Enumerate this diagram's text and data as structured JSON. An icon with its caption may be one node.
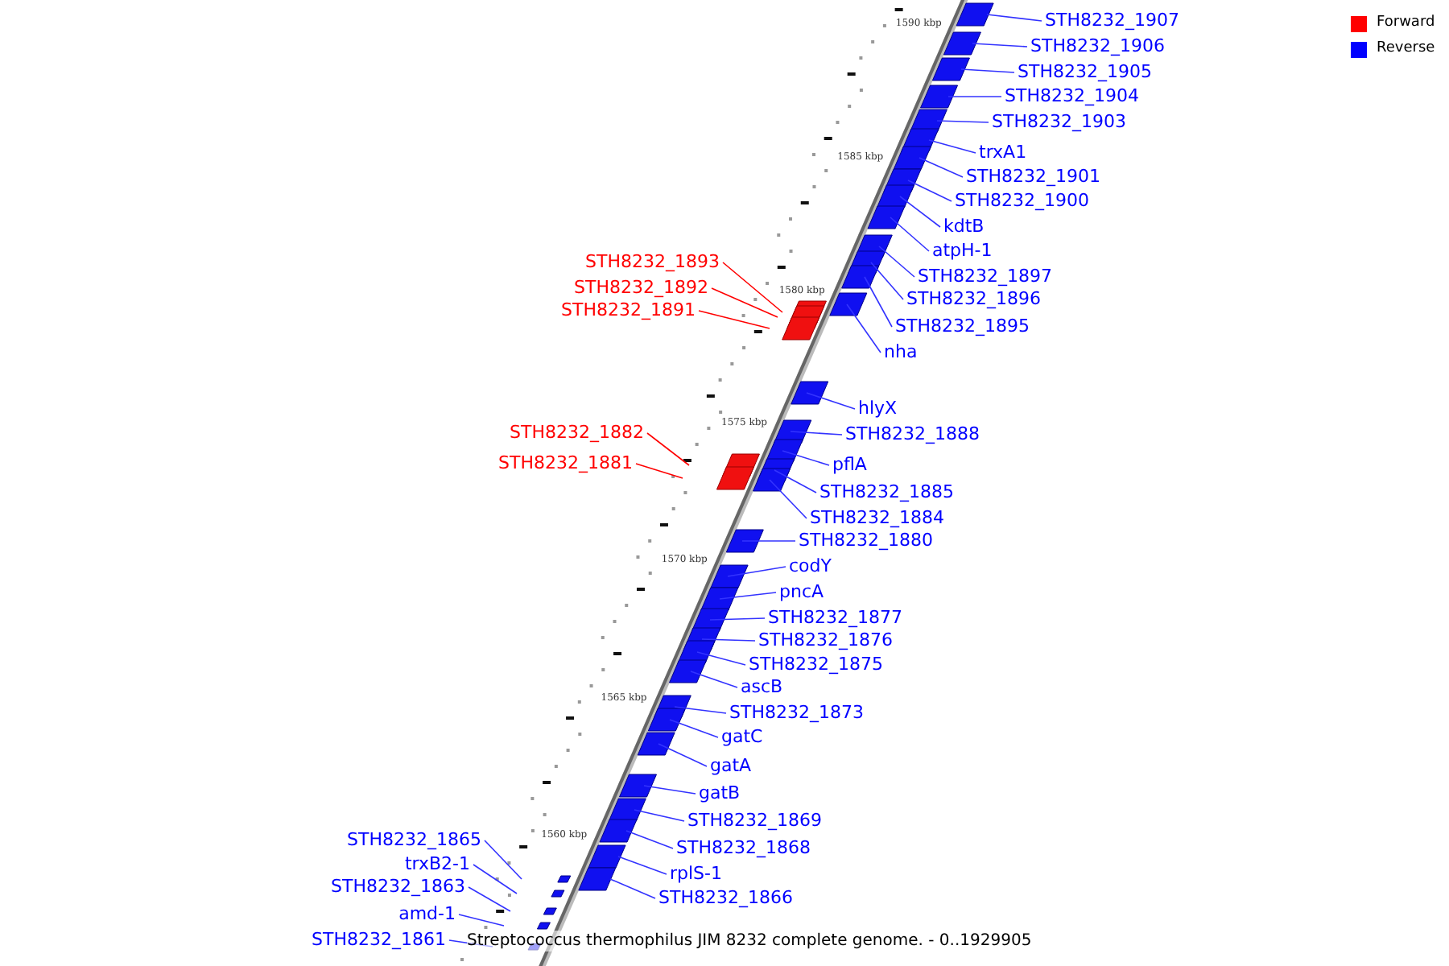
{
  "diagram": {
    "caption": "Streptococcus thermophilus JIM 8232 complete genome. - 0..1929905",
    "nodes": [
      {
        "text": [
          "STH8232_1907"
        ]
      },
      {
        "text": [
          "STH8232_1906"
        ]
      },
      {
        "text": [
          "STH8232_1905"
        ]
      },
      {
        "text": [
          "STH8232_1904"
        ]
      },
      {
        "text": [
          "STH8232_1903"
        ]
      },
      {
        "text": [
          "trxA1"
        ]
      },
      {
        "text": [
          "STH8232_1901"
        ]
      },
      {
        "text": [
          "STH8232_1900"
        ]
      },
      {
        "text": [
          "kdtB"
        ]
      },
      {
        "text": [
          "atpH-1"
        ]
      },
      {
        "text": [
          "STH8232_1893"
        ]
      },
      {
        "text": [
          "STH8232_1897"
        ]
      },
      {
        "text": [
          "STH8232_1892"
        ]
      },
      {
        "text": [
          "STH8232_1896"
        ]
      },
      {
        "text": [
          "STH8232_1891"
        ]
      },
      {
        "text": [
          "STH8232_1895"
        ]
      },
      {
        "text": [
          "nha"
        ]
      },
      {
        "text": [
          "hlyX"
        ]
      },
      {
        "text": [
          "STH8232_1882"
        ]
      },
      {
        "text": [
          "STH8232_1888"
        ]
      },
      {
        "text": [
          "STH8232_1881"
        ]
      },
      {
        "text": [
          "pflA"
        ]
      },
      {
        "text": [
          "STH8232_1885"
        ]
      },
      {
        "text": [
          "STH8232_1884"
        ]
      },
      {
        "text": [
          "STH8232_1880"
        ]
      },
      {
        "text": [
          "codY"
        ]
      },
      {
        "text": [
          "pncA"
        ]
      },
      {
        "text": [
          "STH8232_1877"
        ]
      },
      {
        "text": [
          "STH8232_1876"
        ]
      },
      {
        "text": [
          "STH8232_1875"
        ]
      },
      {
        "text": [
          "ascB"
        ]
      },
      {
        "text": [
          "STH8232_1873"
        ]
      },
      {
        "text": [
          "gatC"
        ]
      },
      {
        "text": [
          "gatA"
        ]
      },
      {
        "text": [
          "gatB"
        ]
      },
      {
        "text": [
          "STH8232_1869"
        ]
      },
      {
        "text": [
          "STH8232_1865"
        ]
      },
      {
        "text": [
          "STH8232_1868"
        ]
      },
      {
        "text": [
          "trxB2-1"
        ]
      },
      {
        "text": [
          "rplS-1"
        ]
      },
      {
        "text": [
          "STH8232_1863"
        ]
      },
      {
        "text": [
          "STH8232_1866"
        ]
      },
      {
        "text": [
          "amd-1"
        ]
      },
      {
        "text": [
          "STH8232_1861"
        ]
      }
    ],
    "edges": [
      {
        "from": 0,
        "to": null,
        "arrow": "none"
      },
      {
        "from": 1,
        "to": null,
        "arrow": "none"
      },
      {
        "from": 2,
        "to": null,
        "arrow": "none"
      },
      {
        "from": 3,
        "to": null,
        "arrow": "none"
      },
      {
        "from": 4,
        "to": null,
        "arrow": "none"
      },
      {
        "from": 5,
        "to": null,
        "arrow": "none"
      },
      {
        "from": 6,
        "to": null,
        "arrow": "none"
      },
      {
        "from": 7,
        "to": null,
        "arrow": "none"
      },
      {
        "from": 8,
        "to": null,
        "arrow": "none"
      },
      {
        "from": 9,
        "to": null,
        "arrow": "none"
      },
      {
        "from": 10,
        "to": null,
        "arrow": "none",
        "color": "#ff0000"
      },
      {
        "from": 11,
        "to": null,
        "arrow": "none"
      },
      {
        "from": 12,
        "to": null,
        "arrow": "none",
        "color": "#ff0000"
      },
      {
        "from": 13,
        "to": null,
        "arrow": "none"
      },
      {
        "from": 14,
        "to": null,
        "arrow": "none",
        "color": "#ff0000"
      },
      {
        "from": 15,
        "to": null,
        "arrow": "none"
      },
      {
        "from": 16,
        "to": null,
        "arrow": "none"
      },
      {
        "from": 17,
        "to": null,
        "arrow": "none"
      },
      {
        "from": 18,
        "to": null,
        "arrow": "none",
        "color": "#ff0000"
      },
      {
        "from": 19,
        "to": null,
        "arrow": "none"
      },
      {
        "from": 20,
        "to": null,
        "arrow": "none",
        "color": "#ff0000"
      },
      {
        "from": 21,
        "to": null,
        "arrow": "none"
      },
      {
        "from": 22,
        "to": null,
        "arrow": "none"
      },
      {
        "from": 23,
        "to": null,
        "arrow": "none"
      },
      {
        "from": 24,
        "to": null,
        "arrow": "none"
      },
      {
        "from": 25,
        "to": null,
        "arrow": "none"
      },
      {
        "from": 26,
        "to": null,
        "arrow": "none"
      },
      {
        "from": 27,
        "to": null,
        "arrow": "none"
      },
      {
        "from": 28,
        "to": null,
        "arrow": "none"
      },
      {
        "from": 29,
        "to": null,
        "arrow": "none"
      },
      {
        "from": 30,
        "to": null,
        "arrow": "none"
      },
      {
        "from": 31,
        "to": null,
        "arrow": "none"
      },
      {
        "from": 32,
        "to": null,
        "arrow": "none"
      },
      {
        "from": 33,
        "to": null,
        "arrow": "none"
      },
      {
        "from": 34,
        "to": null,
        "arrow": "none"
      },
      {
        "from": 35,
        "to": null,
        "arrow": "none"
      },
      {
        "from": 36,
        "to": null,
        "arrow": "none"
      },
      {
        "from": 37,
        "to": null,
        "arrow": "none"
      },
      {
        "from": 38,
        "to": null,
        "arrow": "none"
      },
      {
        "from": 39,
        "to": null,
        "arrow": "none"
      },
      {
        "from": 40,
        "to": null,
        "arrow": "none"
      },
      {
        "from": 41,
        "to": null,
        "arrow": "none"
      },
      {
        "from": 42,
        "to": null,
        "arrow": "none"
      },
      {
        "from": 43,
        "to": null,
        "arrow": "none"
      }
    ],
    "labels": [
      "1590 kbp",
      "1585 kbp",
      "1580 kbp",
      "1575 kbp",
      "1570 kbp",
      "1565 kbp",
      "1560 kbp"
    ],
    "legend": [
      {
        "text": "Forward",
        "color": "#ff0000"
      },
      {
        "text": "Reverse",
        "color": "#0000ff"
      }
    ]
  }
}
